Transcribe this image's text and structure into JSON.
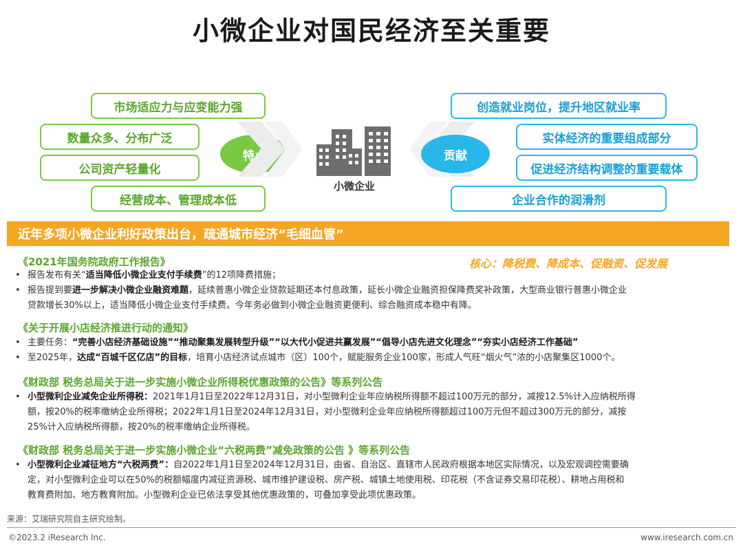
{
  "title": "小微企业对国民经济至关重要",
  "features": {
    "label": "特点",
    "items": [
      "市场适应力与应变能力强",
      "数量众多、分布广泛",
      "公司资产轻量化",
      "经营成本、管理成本低"
    ]
  },
  "contributions": {
    "label": "贡献",
    "items": [
      "创造就业岗位，提升地区就业率",
      "实体经济的重要组成部分",
      "促进经济结构调整的重要载体",
      "企业合作的润滑剂"
    ]
  },
  "center_label": "小微企业",
  "banner": "近年多项小微企业利好政策出台，疏通城市经济“毛细血管”",
  "core": "核心：降税费、降成本、促融资、促发展",
  "sections": [
    {
      "title": "《2021年国务院政府工作报告》",
      "lines": [
        {
          "pre": "报告发布有关“",
          "bold": "适当降低小微企业支付手续费",
          "post": "”的12项降费措施；"
        },
        {
          "pre": "报告提到要",
          "bold": "进一步解决小微企业融资难题",
          "post": "，延续普惠小微企业贷款延期还本付息政策，延长小微企业融资担保降费奖补政策，大型商业银行普惠小微企业"
        },
        {
          "pre": "贷款增长30%以上，适当降低小微企业支付手续费。今年务必做到小微企业融资更便利、综合融资成本稳中有降。",
          "bold": "",
          "post": ""
        }
      ]
    },
    {
      "title": "《关于开展小店经济推进行动的通知》",
      "lines": [
        {
          "pre": "主要任务：",
          "bold": "“完善小店经济基础设施”“推动聚集发展转型升级”“以大代小促进共赢发展”“倡导小店先进文化理念”“夯实小店经济工作基础”",
          "post": ""
        },
        {
          "pre": "至2025年，",
          "bold": "达成“百城千区亿店”的目标",
          "post": "，培育小店经济试点城市（区）100个，赋能服务企业100家，形成人气旺“烟火气”浓的小店聚集区1000个。"
        }
      ]
    },
    {
      "title": "《财政部 税务总局关于进一步实施小微企业所得税优惠政策的公告》等系列公告",
      "lines": [
        {
          "pre": "",
          "bold": "小型微利企业减免企业所得税：",
          "post": "2021年1月1日至2022年12月31日，对小型微利企业年应纳税所得额不超过100万元的部分，减按12.5%计入应纳税所得"
        },
        {
          "pre": "额，按20%的税率缴纳企业所得税；2022年1月1日至2024年12月31日，对小型微利企业年应纳税所得额超过100万元但不超过300万元的部分，减按",
          "bold": "",
          "post": ""
        },
        {
          "pre": "25%计入应纳税所得额，按20%的税率缴纳企业所得税。",
          "bold": "",
          "post": ""
        }
      ]
    },
    {
      "title": "《财政部 税务总局关于进一步实施小微企业“六税两费”减免政策的公告 》等系列公告",
      "lines": [
        {
          "pre": "",
          "bold": "小型微利企业减征地方“六税两费”：",
          "post": "自2022年1月1日至2024年12月31日，由省、自治区、直辖市人民政府根据本地区实际情况，以及宏观调控需要确"
        },
        {
          "pre": "定，对小型微利企业可以在50%的税额幅度内减征资源税、城市维护建设税、房产税、城镇土地使用税、印花税（不含证券交易印花税）、耕地占用税和",
          "bold": "",
          "post": ""
        },
        {
          "pre": "教育费附加、地方教育附加。小型微利企业已依法享受其他优惠政策的，可叠加享受此项优惠政策。",
          "bold": "",
          "post": ""
        }
      ]
    }
  ],
  "source": "来源：艾瑞研究院自主研究绘制。",
  "footer_left": "©2023.2 iResearch Inc.",
  "footer_right": "www.iresearch.com.cn",
  "colors": {
    "green": "#7ac943",
    "cyan": "#29b6e8",
    "orange": "#f5a623"
  }
}
